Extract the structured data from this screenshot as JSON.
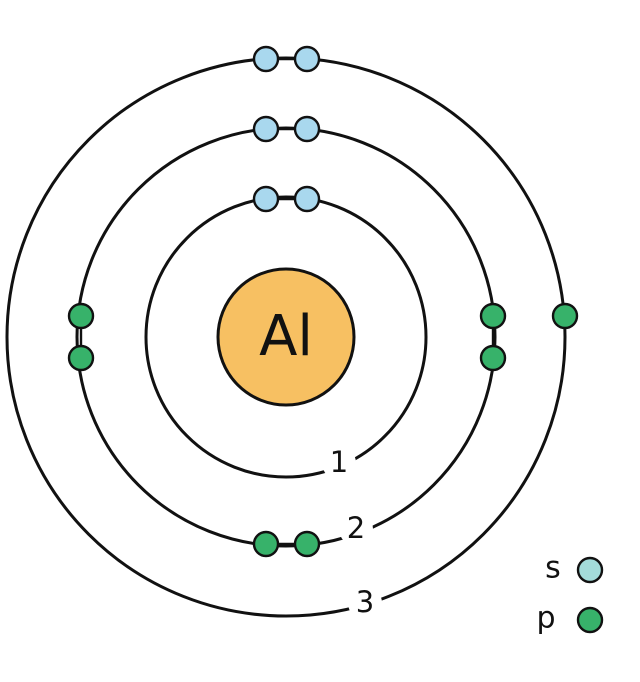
{
  "element": {
    "symbol": "Al"
  },
  "colors": {
    "nucleus_fill": "#f7c062",
    "s_orbital": "#a9d8ee",
    "p_orbital": "#37b26a",
    "legend_s": "#a3dcda",
    "line": "#111111"
  },
  "shells": [
    {
      "label": "1",
      "electrons": [
        {
          "type": "s"
        },
        {
          "type": "s"
        }
      ]
    },
    {
      "label": "2",
      "electrons": [
        {
          "type": "s"
        },
        {
          "type": "s"
        },
        {
          "type": "p"
        },
        {
          "type": "p"
        },
        {
          "type": "p"
        },
        {
          "type": "p"
        },
        {
          "type": "p"
        },
        {
          "type": "p"
        }
      ]
    },
    {
      "label": "3",
      "electrons": [
        {
          "type": "s"
        },
        {
          "type": "s"
        },
        {
          "type": "p"
        }
      ]
    }
  ],
  "legend": [
    {
      "label": "s",
      "orbital": "s"
    },
    {
      "label": "p",
      "orbital": "p"
    }
  ]
}
